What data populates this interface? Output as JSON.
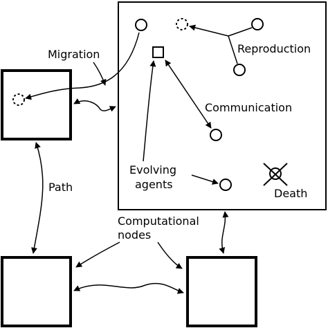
{
  "labels": {
    "migration": "Migration",
    "reproduction": "Reproduction",
    "communication": "Communication",
    "evolving_line1": "Evolving",
    "evolving_line2": "agents",
    "path": "Path",
    "death": "Death",
    "computational_line1": "Computational",
    "computational_line2": "nodes"
  },
  "colors": {
    "stroke": "#000000",
    "background": "#ffffff"
  }
}
